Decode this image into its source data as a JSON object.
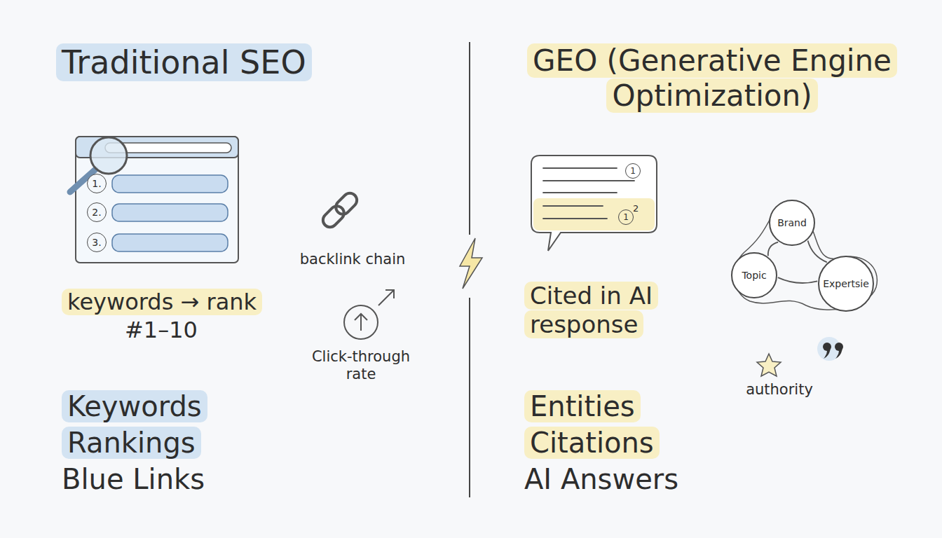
{
  "diagram": {
    "nodes": [
      {
        "text": [
          "1."
        ]
      },
      {
        "text": [
          "2."
        ]
      },
      {
        "text": [
          "3."
        ]
      },
      {
        "text": [
          "1"
        ]
      },
      {
        "text": [
          "1"
        ]
      },
      {
        "text": [
          "Brand"
        ]
      },
      {
        "text": [
          "Topic"
        ]
      },
      {
        "text": [
          "Expertsie"
        ]
      }
    ],
    "edges": [
      {
        "from": 5,
        "to": 6,
        "arrow": "none"
      },
      {
        "from": 5,
        "to": 7,
        "arrow": "none"
      },
      {
        "from": 6,
        "to": 7,
        "arrow": "none"
      }
    ],
    "labels": [
      "Traditional SEO",
      "backlink chain",
      "keywords → rank",
      "#1–10",
      "Click-through rate",
      "Keywords",
      "Rankings",
      "Blue Links",
      "GEO (Generative Engine Optimization)",
      "2",
      "Cited in AI response",
      "authority",
      "Entities",
      "Citations",
      "AI Answers"
    ]
  }
}
